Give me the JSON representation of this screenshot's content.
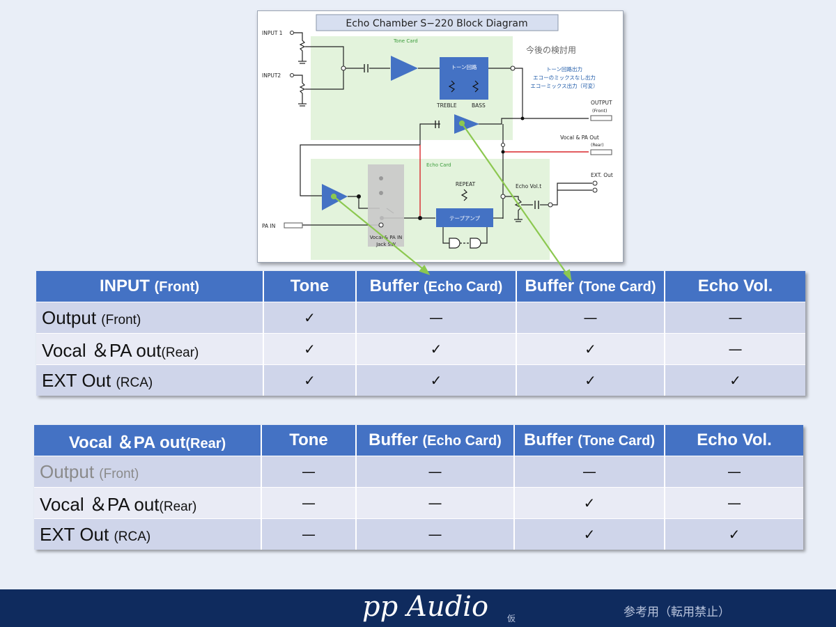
{
  "diagram": {
    "title": "Echo Chamber S−220 Block Diagram",
    "input1": "INPUT 1",
    "input2": "INPUT2",
    "tone_card": "Tone Card",
    "tone_circuit": "トーン回路",
    "treble": "TREBLE",
    "bass": "BASS",
    "note_title": "今後の検討用",
    "note_lines": [
      "トーン回路出力",
      "エコーのミックスなし出力",
      "エコーミックス出力（可変）"
    ],
    "output": "OUTPUT",
    "output_sub": "(Front)",
    "vocal_pa_out": "Vocal & PA  Out",
    "vocal_pa_out_sub": "(Rear)",
    "echo_card": "Echo Card",
    "repeat": "REPEAT",
    "echo_vol": "Echo Vol.t",
    "ext_out": "EXT. Out",
    "tape_amp": "テープアンプ",
    "pa_in": "PA IN",
    "jack_sw_1": "Vocal & PA  IN",
    "jack_sw_2": "Jack SW"
  },
  "table1": {
    "headers": [
      {
        "main": "INPUT ",
        "sub": "(Front)"
      },
      {
        "main": "Tone",
        "sub": ""
      },
      {
        "main": "Buffer ",
        "sub": "(Echo Card)"
      },
      {
        "main": "Buffer ",
        "sub": "(Tone Card)"
      },
      {
        "main": "Echo Vol.",
        "sub": ""
      }
    ],
    "rows": [
      {
        "label": "Output ",
        "sub": "(Front)",
        "cells": [
          "✓",
          "—",
          "—",
          "—"
        ]
      },
      {
        "label": "Vocal ＆PA out",
        "sub": "(Rear)",
        "cells": [
          "✓",
          "✓",
          "✓",
          "—"
        ]
      },
      {
        "label": "EXT Out ",
        "sub": "(RCA)",
        "cells": [
          "✓",
          "✓",
          "✓",
          "✓"
        ]
      }
    ]
  },
  "table2": {
    "headers": [
      {
        "main": "Vocal ＆PA out",
        "sub": "(Rear)"
      },
      {
        "main": "Tone",
        "sub": ""
      },
      {
        "main": "Buffer ",
        "sub": "(Echo Card)"
      },
      {
        "main": "Buffer ",
        "sub": "(Tone Card)"
      },
      {
        "main": "Echo Vol.",
        "sub": ""
      }
    ],
    "rows": [
      {
        "label": "Output ",
        "sub": "(Front)",
        "cells": [
          "—",
          "—",
          "—",
          "—"
        ]
      },
      {
        "label": "Vocal ＆PA out",
        "sub": "(Rear)",
        "cells": [
          "—",
          "—",
          "✓",
          "—"
        ]
      },
      {
        "label": "EXT Out ",
        "sub": "(RCA)",
        "cells": [
          "—",
          "—",
          "✓",
          "✓"
        ]
      }
    ]
  },
  "footer": {
    "brand": "pp Audio",
    "brand_small": "仮",
    "note": "参考用（転用禁止）"
  },
  "colors": {
    "header_blue": "#4472c4",
    "row_dark": "#cfd5ea",
    "row_light": "#e9ebf5",
    "card_green": "#e3f3dc",
    "footer_navy": "#0f2b5e",
    "connector_green": "#8cc850"
  }
}
